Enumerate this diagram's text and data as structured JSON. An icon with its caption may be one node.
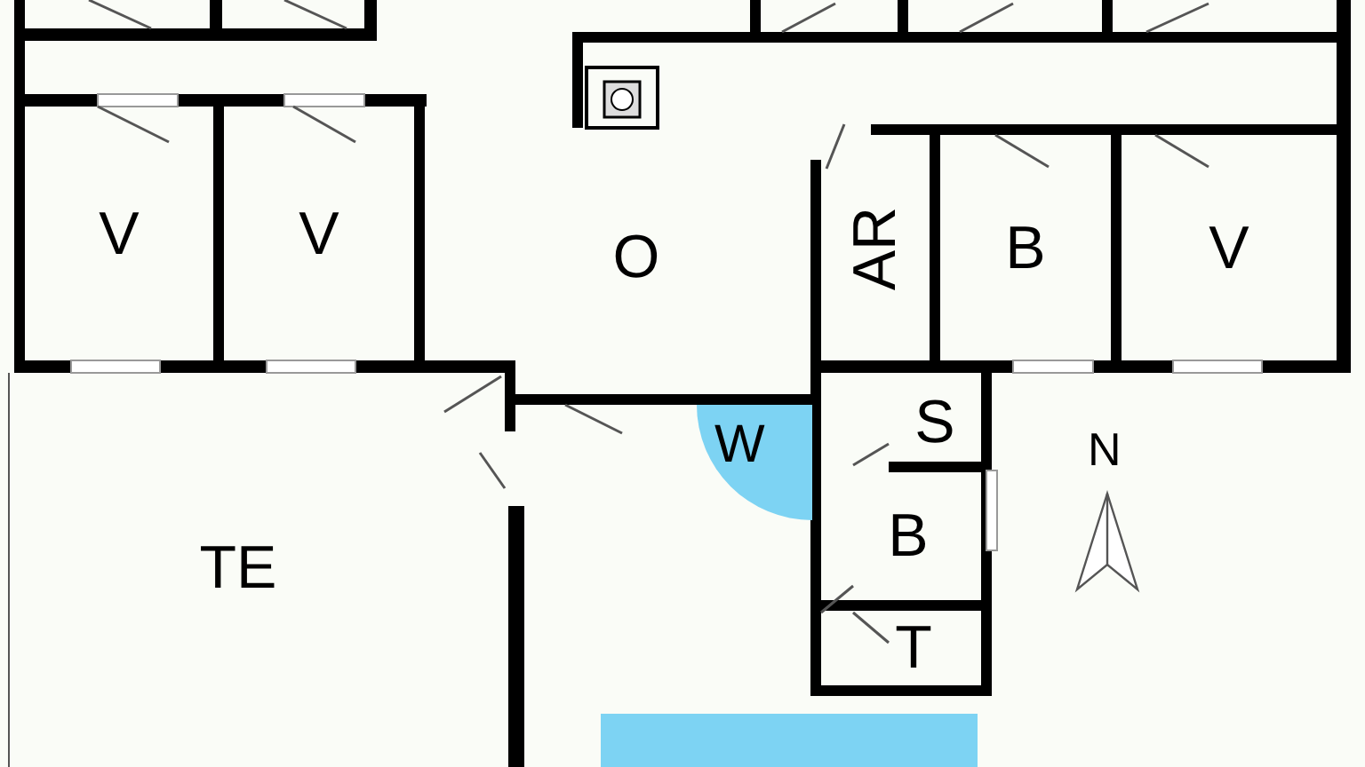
{
  "diagram": {
    "nodes": [
      {
        "text": [
          "V"
        ]
      },
      {
        "text": [
          "V"
        ]
      },
      {
        "text": [
          "O"
        ]
      },
      {
        "text": [
          "AR"
        ]
      },
      {
        "text": [
          "B"
        ]
      },
      {
        "text": [
          "V"
        ]
      },
      {
        "text": [
          "W"
        ]
      },
      {
        "text": [
          "S"
        ]
      },
      {
        "text": [
          "B"
        ]
      },
      {
        "text": [
          "T"
        ]
      },
      {
        "text": [
          "TE"
        ]
      }
    ],
    "labels": [
      "N"
    ]
  }
}
